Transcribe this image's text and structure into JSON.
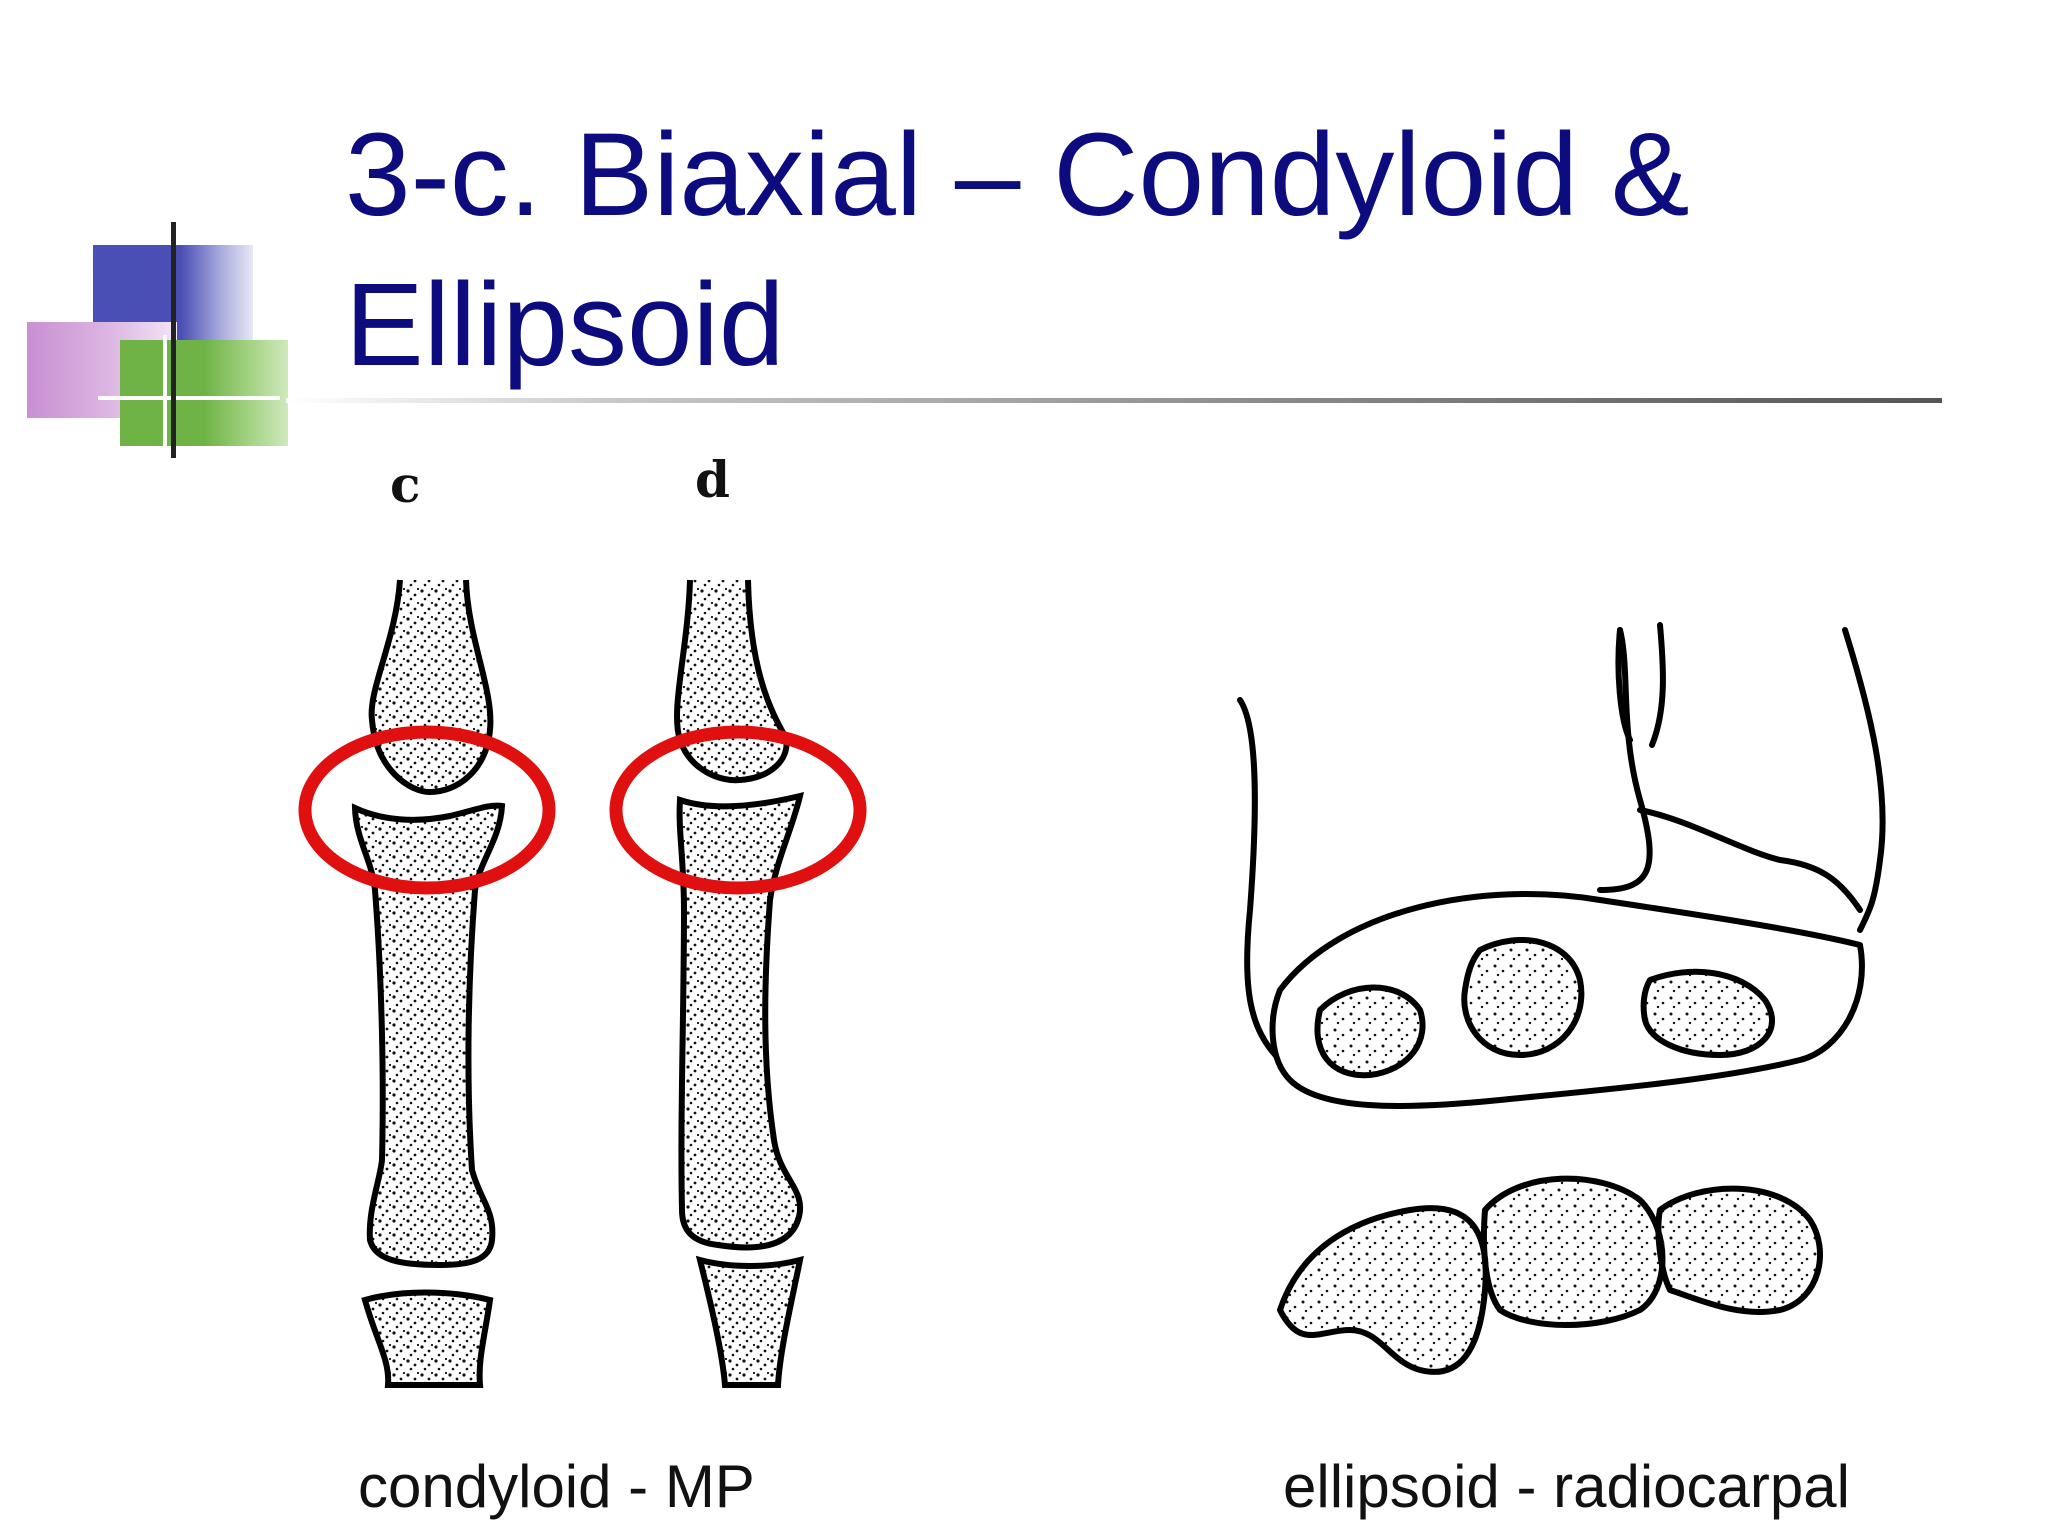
{
  "slide": {
    "title": "3-c.  Biaxial – Condyloid & Ellipsoid",
    "figure_labels": {
      "c": "c",
      "d": "d"
    },
    "captions": {
      "left": "condyloid - MP",
      "right": "ellipsoid - radiocarpal"
    },
    "colors": {
      "title": "#0c0c7e",
      "highlight_ellipse": "#e01010",
      "deco_blue": "#4a4fb5",
      "deco_purple": "#c98fd2",
      "deco_green": "#6fb246"
    }
  }
}
